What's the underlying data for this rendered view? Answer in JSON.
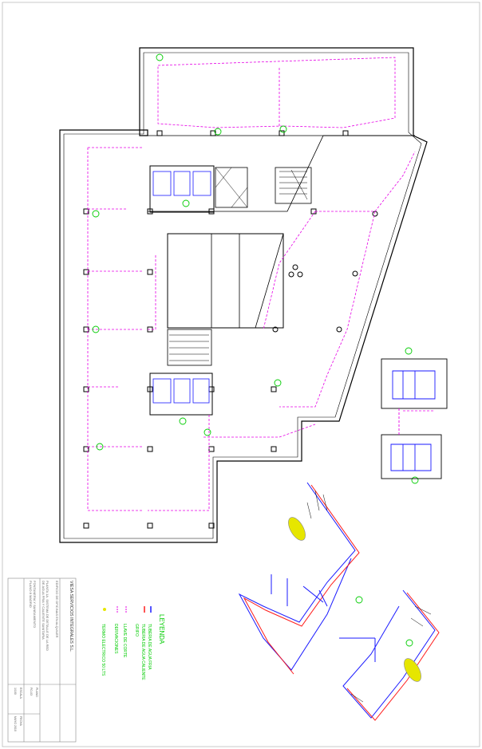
{
  "title_block": {
    "company": "VIESA SERVICIOS INTEGRALES S.L.",
    "line1": "EDIFICIO DE OFICINAS EN ALQUILER",
    "line2": "PLANTA 1A. SISTEMA DE DETALLE DE LA RED",
    "line3": "DE AGUA FRIA Y CALIENTE SANITARIA",
    "line4": "FONTANERIA Y SANEAMIENTO",
    "line5": "PLANO 8 MADRID",
    "box_a": "ESCALA",
    "box_b": "1/100",
    "box_c": "PLANO",
    "box_d": "FO-03",
    "box_e": "FECHA",
    "box_f": "MAYO 2010"
  },
  "legend": {
    "title": "LEYENDA",
    "items": [
      {
        "label": "TUBERIA DE AGUA FRIA",
        "symbol": "blue-line"
      },
      {
        "label": "TUBERIA DE AGUA CALIENTE",
        "symbol": "red-line"
      },
      {
        "label": "GRIFO",
        "symbol": "green-mark"
      },
      {
        "label": "LLAVE DE CORTE",
        "symbol": "magenta-dash"
      },
      {
        "label": "DERIVACIONES",
        "symbol": "magenta-dash"
      },
      {
        "label": "TERMO ELECTRICO 50 LTS",
        "symbol": "yellow-dot"
      }
    ]
  },
  "colors": {
    "wall": "#000000",
    "cold_water": "#1a1aff",
    "hot_water": "#ff1a1a",
    "branch": "#e600e6",
    "fixture": "#00cc00",
    "heater": "#e6e600"
  }
}
